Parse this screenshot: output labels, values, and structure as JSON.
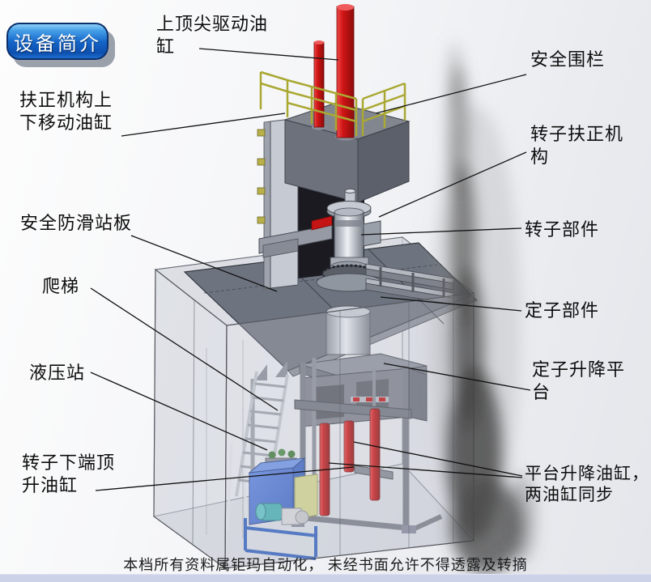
{
  "badge": {
    "label": "设备简介"
  },
  "callouts": {
    "top_cylinder": {
      "text": "上顶尖驱动油缸"
    },
    "straighten_cylinder": {
      "text": "扶正机构上下移动油缸"
    },
    "antislip_platform": {
      "text": "安全防滑站板"
    },
    "ladder": {
      "text": "爬梯"
    },
    "hydraulic_station": {
      "text": "液压站"
    },
    "rotor_bottom_cylinder": {
      "text": "转子下端顶升油缸"
    },
    "safety_fence": {
      "text": "安全围栏"
    },
    "rotor_straighten_mechanism": {
      "text": "转子扶正机构"
    },
    "rotor_part": {
      "text": "转子部件"
    },
    "stator_part": {
      "text": "定子部件"
    },
    "stator_lift_platform": {
      "text": "定子升降平台"
    },
    "platform_lift_cylinders": {
      "text": "平台升降油缸，两油缸同步"
    }
  },
  "footer": {
    "text": "本档所有资料属钜玛自动化， 未经书面允许不得透露及转摘"
  },
  "colors": {
    "badge_blue": "#1565c8",
    "cylinder_red": "#c41414",
    "railing_yellow": "#b2b232",
    "hydraulic_blue": "#4a76d8",
    "motor_teal": "#45b0b4",
    "panel_yellow": "#d6d78e",
    "platform_gray": "#6e747f"
  }
}
